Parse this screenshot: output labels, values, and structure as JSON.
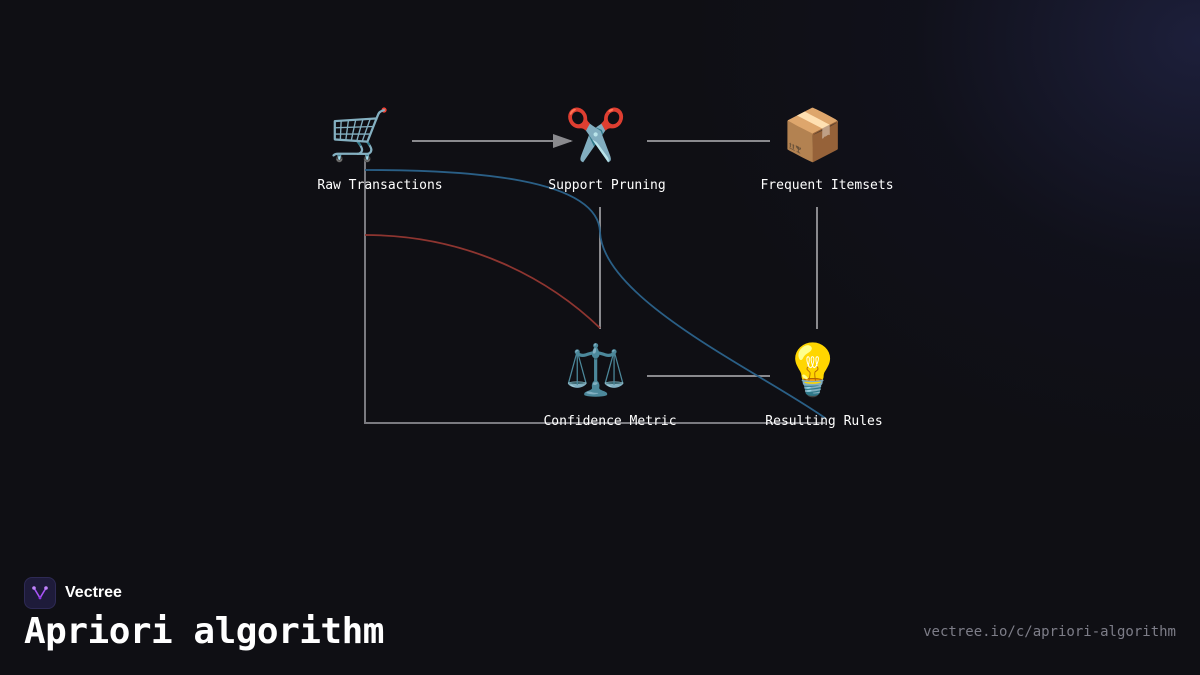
{
  "diagram": {
    "nodes": [
      {
        "id": "raw",
        "label": "Raw Transactions",
        "icon": "🛒",
        "icon_name": "shopping-cart-icon"
      },
      {
        "id": "pruning",
        "label": "Support Pruning",
        "icon": "✂️",
        "icon_name": "scissors-icon"
      },
      {
        "id": "itemsets",
        "label": "Frequent Itemsets",
        "icon": "📦",
        "icon_name": "package-icon"
      },
      {
        "id": "confidence",
        "label": "Confidence Metric",
        "icon": "⚖️",
        "icon_name": "balance-scale-icon"
      },
      {
        "id": "rules",
        "label": "Resulting Rules",
        "icon": "💡",
        "icon_name": "light-bulb-icon"
      }
    ],
    "edges": [
      {
        "from": "raw",
        "to": "pruning",
        "arrow": true
      },
      {
        "from": "pruning",
        "to": "itemsets"
      },
      {
        "from": "pruning",
        "to": "confidence"
      },
      {
        "from": "itemsets",
        "to": "rules"
      },
      {
        "from": "confidence",
        "to": "rules"
      },
      {
        "from": "raw",
        "to": "rules",
        "style": "elbow"
      },
      {
        "from": "raw",
        "to": "rules",
        "style": "curve",
        "color": "#2a5f86"
      },
      {
        "from": "raw",
        "to": "confidence",
        "style": "curve",
        "color": "#8e3530"
      }
    ],
    "colors": {
      "edge": "#8a8a8e",
      "blue_curve": "#2a5f86",
      "red_curve": "#8e3530"
    }
  },
  "footer": {
    "brand_name": "Vectree",
    "title": "Apriori algorithm",
    "url": "vectree.io/c/apriori-algorithm",
    "brand_color": "#a855f7"
  }
}
